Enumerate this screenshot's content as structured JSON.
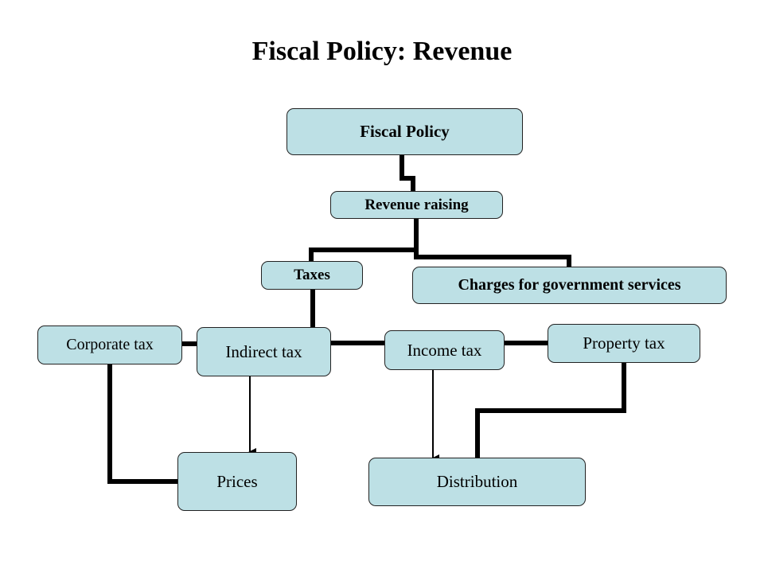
{
  "title": "Fiscal Policy: Revenue",
  "nodes": {
    "fiscal_policy": "Fiscal Policy",
    "revenue_raising": "Revenue raising",
    "taxes": "Taxes",
    "charges": "Charges for government services",
    "corporate_tax": "Corporate tax",
    "indirect_tax": "Indirect tax",
    "income_tax": "Income tax",
    "property_tax": "Property tax",
    "prices": "Prices",
    "distribution": "Distribution"
  }
}
